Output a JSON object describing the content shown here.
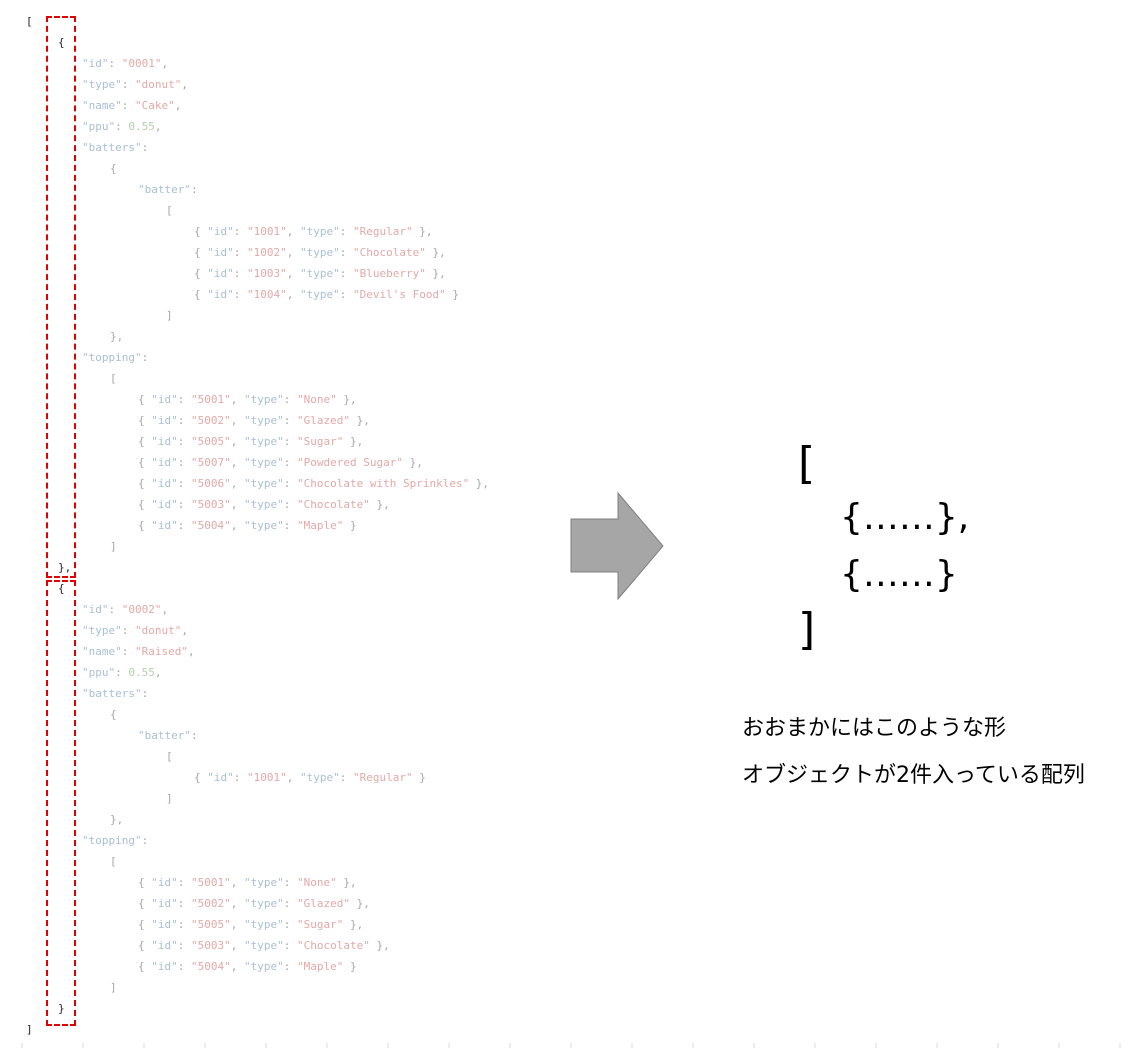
{
  "code_lines": [
    {
      "indent": 0,
      "parts": [
        {
          "t": "[",
          "c": "bk"
        }
      ]
    },
    {
      "indent": 1,
      "parts": [
        {
          "t": "{",
          "c": "bk"
        }
      ]
    },
    {
      "indent": 2,
      "parts": [
        {
          "t": "\"id\"",
          "c": "k"
        },
        {
          "t": ": ",
          "c": "p"
        },
        {
          "t": "\"0001\"",
          "c": "s"
        },
        {
          "t": ",",
          "c": "p"
        }
      ]
    },
    {
      "indent": 2,
      "parts": [
        {
          "t": "\"type\"",
          "c": "k"
        },
        {
          "t": ": ",
          "c": "p"
        },
        {
          "t": "\"donut\"",
          "c": "s"
        },
        {
          "t": ",",
          "c": "p"
        }
      ]
    },
    {
      "indent": 2,
      "parts": [
        {
          "t": "\"name\"",
          "c": "k"
        },
        {
          "t": ": ",
          "c": "p"
        },
        {
          "t": "\"Cake\"",
          "c": "s"
        },
        {
          "t": ",",
          "c": "p"
        }
      ]
    },
    {
      "indent": 2,
      "parts": [
        {
          "t": "\"ppu\"",
          "c": "k"
        },
        {
          "t": ": ",
          "c": "p"
        },
        {
          "t": "0.55",
          "c": "n"
        },
        {
          "t": ",",
          "c": "p"
        }
      ]
    },
    {
      "indent": 2,
      "parts": [
        {
          "t": "\"batters\"",
          "c": "k"
        },
        {
          "t": ":",
          "c": "p"
        }
      ]
    },
    {
      "indent": 3,
      "parts": [
        {
          "t": "{",
          "c": "p"
        }
      ]
    },
    {
      "indent": 4,
      "parts": [
        {
          "t": "\"batter\"",
          "c": "k"
        },
        {
          "t": ":",
          "c": "p"
        }
      ]
    },
    {
      "indent": 5,
      "parts": [
        {
          "t": "[",
          "c": "p"
        }
      ]
    },
    {
      "indent": 6,
      "parts": [
        {
          "t": "{ ",
          "c": "p"
        },
        {
          "t": "\"id\"",
          "c": "k"
        },
        {
          "t": ": ",
          "c": "p"
        },
        {
          "t": "\"1001\"",
          "c": "s"
        },
        {
          "t": ", ",
          "c": "p"
        },
        {
          "t": "\"type\"",
          "c": "k"
        },
        {
          "t": ": ",
          "c": "p"
        },
        {
          "t": "\"Regular\"",
          "c": "s"
        },
        {
          "t": " },",
          "c": "p"
        }
      ]
    },
    {
      "indent": 6,
      "parts": [
        {
          "t": "{ ",
          "c": "p"
        },
        {
          "t": "\"id\"",
          "c": "k"
        },
        {
          "t": ": ",
          "c": "p"
        },
        {
          "t": "\"1002\"",
          "c": "s"
        },
        {
          "t": ", ",
          "c": "p"
        },
        {
          "t": "\"type\"",
          "c": "k"
        },
        {
          "t": ": ",
          "c": "p"
        },
        {
          "t": "\"Chocolate\"",
          "c": "s"
        },
        {
          "t": " },",
          "c": "p"
        }
      ]
    },
    {
      "indent": 6,
      "parts": [
        {
          "t": "{ ",
          "c": "p"
        },
        {
          "t": "\"id\"",
          "c": "k"
        },
        {
          "t": ": ",
          "c": "p"
        },
        {
          "t": "\"1003\"",
          "c": "s"
        },
        {
          "t": ", ",
          "c": "p"
        },
        {
          "t": "\"type\"",
          "c": "k"
        },
        {
          "t": ": ",
          "c": "p"
        },
        {
          "t": "\"Blueberry\"",
          "c": "s"
        },
        {
          "t": " },",
          "c": "p"
        }
      ]
    },
    {
      "indent": 6,
      "parts": [
        {
          "t": "{ ",
          "c": "p"
        },
        {
          "t": "\"id\"",
          "c": "k"
        },
        {
          "t": ": ",
          "c": "p"
        },
        {
          "t": "\"1004\"",
          "c": "s"
        },
        {
          "t": ", ",
          "c": "p"
        },
        {
          "t": "\"type\"",
          "c": "k"
        },
        {
          "t": ": ",
          "c": "p"
        },
        {
          "t": "\"Devil's Food\"",
          "c": "s"
        },
        {
          "t": " }",
          "c": "p"
        }
      ]
    },
    {
      "indent": 5,
      "parts": [
        {
          "t": "]",
          "c": "p"
        }
      ]
    },
    {
      "indent": 3,
      "parts": [
        {
          "t": "},",
          "c": "p"
        }
      ]
    },
    {
      "indent": 2,
      "parts": [
        {
          "t": "\"topping\"",
          "c": "k"
        },
        {
          "t": ":",
          "c": "p"
        }
      ]
    },
    {
      "indent": 3,
      "parts": [
        {
          "t": "[",
          "c": "p"
        }
      ]
    },
    {
      "indent": 4,
      "parts": [
        {
          "t": "{ ",
          "c": "p"
        },
        {
          "t": "\"id\"",
          "c": "k"
        },
        {
          "t": ": ",
          "c": "p"
        },
        {
          "t": "\"5001\"",
          "c": "s"
        },
        {
          "t": ", ",
          "c": "p"
        },
        {
          "t": "\"type\"",
          "c": "k"
        },
        {
          "t": ": ",
          "c": "p"
        },
        {
          "t": "\"None\"",
          "c": "s"
        },
        {
          "t": " },",
          "c": "p"
        }
      ]
    },
    {
      "indent": 4,
      "parts": [
        {
          "t": "{ ",
          "c": "p"
        },
        {
          "t": "\"id\"",
          "c": "k"
        },
        {
          "t": ": ",
          "c": "p"
        },
        {
          "t": "\"5002\"",
          "c": "s"
        },
        {
          "t": ", ",
          "c": "p"
        },
        {
          "t": "\"type\"",
          "c": "k"
        },
        {
          "t": ": ",
          "c": "p"
        },
        {
          "t": "\"Glazed\"",
          "c": "s"
        },
        {
          "t": " },",
          "c": "p"
        }
      ]
    },
    {
      "indent": 4,
      "parts": [
        {
          "t": "{ ",
          "c": "p"
        },
        {
          "t": "\"id\"",
          "c": "k"
        },
        {
          "t": ": ",
          "c": "p"
        },
        {
          "t": "\"5005\"",
          "c": "s"
        },
        {
          "t": ", ",
          "c": "p"
        },
        {
          "t": "\"type\"",
          "c": "k"
        },
        {
          "t": ": ",
          "c": "p"
        },
        {
          "t": "\"Sugar\"",
          "c": "s"
        },
        {
          "t": " },",
          "c": "p"
        }
      ]
    },
    {
      "indent": 4,
      "parts": [
        {
          "t": "{ ",
          "c": "p"
        },
        {
          "t": "\"id\"",
          "c": "k"
        },
        {
          "t": ": ",
          "c": "p"
        },
        {
          "t": "\"5007\"",
          "c": "s"
        },
        {
          "t": ", ",
          "c": "p"
        },
        {
          "t": "\"type\"",
          "c": "k"
        },
        {
          "t": ": ",
          "c": "p"
        },
        {
          "t": "\"Powdered Sugar\"",
          "c": "s"
        },
        {
          "t": " },",
          "c": "p"
        }
      ]
    },
    {
      "indent": 4,
      "parts": [
        {
          "t": "{ ",
          "c": "p"
        },
        {
          "t": "\"id\"",
          "c": "k"
        },
        {
          "t": ": ",
          "c": "p"
        },
        {
          "t": "\"5006\"",
          "c": "s"
        },
        {
          "t": ", ",
          "c": "p"
        },
        {
          "t": "\"type\"",
          "c": "k"
        },
        {
          "t": ": ",
          "c": "p"
        },
        {
          "t": "\"Chocolate with Sprinkles\"",
          "c": "s"
        },
        {
          "t": " },",
          "c": "p"
        }
      ]
    },
    {
      "indent": 4,
      "parts": [
        {
          "t": "{ ",
          "c": "p"
        },
        {
          "t": "\"id\"",
          "c": "k"
        },
        {
          "t": ": ",
          "c": "p"
        },
        {
          "t": "\"5003\"",
          "c": "s"
        },
        {
          "t": ", ",
          "c": "p"
        },
        {
          "t": "\"type\"",
          "c": "k"
        },
        {
          "t": ": ",
          "c": "p"
        },
        {
          "t": "\"Chocolate\"",
          "c": "s"
        },
        {
          "t": " },",
          "c": "p"
        }
      ]
    },
    {
      "indent": 4,
      "parts": [
        {
          "t": "{ ",
          "c": "p"
        },
        {
          "t": "\"id\"",
          "c": "k"
        },
        {
          "t": ": ",
          "c": "p"
        },
        {
          "t": "\"5004\"",
          "c": "s"
        },
        {
          "t": ", ",
          "c": "p"
        },
        {
          "t": "\"type\"",
          "c": "k"
        },
        {
          "t": ": ",
          "c": "p"
        },
        {
          "t": "\"Maple\"",
          "c": "s"
        },
        {
          "t": " }",
          "c": "p"
        }
      ]
    },
    {
      "indent": 3,
      "parts": [
        {
          "t": "]",
          "c": "p"
        }
      ]
    },
    {
      "indent": 1,
      "parts": [
        {
          "t": "},",
          "c": "bk"
        }
      ]
    },
    {
      "indent": 1,
      "parts": [
        {
          "t": "{",
          "c": "bk"
        }
      ]
    },
    {
      "indent": 2,
      "parts": [
        {
          "t": "\"id\"",
          "c": "k"
        },
        {
          "t": ": ",
          "c": "p"
        },
        {
          "t": "\"0002\"",
          "c": "s"
        },
        {
          "t": ",",
          "c": "p"
        }
      ]
    },
    {
      "indent": 2,
      "parts": [
        {
          "t": "\"type\"",
          "c": "k"
        },
        {
          "t": ": ",
          "c": "p"
        },
        {
          "t": "\"donut\"",
          "c": "s"
        },
        {
          "t": ",",
          "c": "p"
        }
      ]
    },
    {
      "indent": 2,
      "parts": [
        {
          "t": "\"name\"",
          "c": "k"
        },
        {
          "t": ": ",
          "c": "p"
        },
        {
          "t": "\"Raised\"",
          "c": "s"
        },
        {
          "t": ",",
          "c": "p"
        }
      ]
    },
    {
      "indent": 2,
      "parts": [
        {
          "t": "\"ppu\"",
          "c": "k"
        },
        {
          "t": ": ",
          "c": "p"
        },
        {
          "t": "0.55",
          "c": "n"
        },
        {
          "t": ",",
          "c": "p"
        }
      ]
    },
    {
      "indent": 2,
      "parts": [
        {
          "t": "\"batters\"",
          "c": "k"
        },
        {
          "t": ":",
          "c": "p"
        }
      ]
    },
    {
      "indent": 3,
      "parts": [
        {
          "t": "{",
          "c": "p"
        }
      ]
    },
    {
      "indent": 4,
      "parts": [
        {
          "t": "\"batter\"",
          "c": "k"
        },
        {
          "t": ":",
          "c": "p"
        }
      ]
    },
    {
      "indent": 5,
      "parts": [
        {
          "t": "[",
          "c": "p"
        }
      ]
    },
    {
      "indent": 6,
      "parts": [
        {
          "t": "{ ",
          "c": "p"
        },
        {
          "t": "\"id\"",
          "c": "k"
        },
        {
          "t": ": ",
          "c": "p"
        },
        {
          "t": "\"1001\"",
          "c": "s"
        },
        {
          "t": ", ",
          "c": "p"
        },
        {
          "t": "\"type\"",
          "c": "k"
        },
        {
          "t": ": ",
          "c": "p"
        },
        {
          "t": "\"Regular\"",
          "c": "s"
        },
        {
          "t": " }",
          "c": "p"
        }
      ]
    },
    {
      "indent": 5,
      "parts": [
        {
          "t": "]",
          "c": "p"
        }
      ]
    },
    {
      "indent": 3,
      "parts": [
        {
          "t": "},",
          "c": "p"
        }
      ]
    },
    {
      "indent": 2,
      "parts": [
        {
          "t": "\"topping\"",
          "c": "k"
        },
        {
          "t": ":",
          "c": "p"
        }
      ]
    },
    {
      "indent": 3,
      "parts": [
        {
          "t": "[",
          "c": "p"
        }
      ]
    },
    {
      "indent": 4,
      "parts": [
        {
          "t": "{ ",
          "c": "p"
        },
        {
          "t": "\"id\"",
          "c": "k"
        },
        {
          "t": ": ",
          "c": "p"
        },
        {
          "t": "\"5001\"",
          "c": "s"
        },
        {
          "t": ", ",
          "c": "p"
        },
        {
          "t": "\"type\"",
          "c": "k"
        },
        {
          "t": ": ",
          "c": "p"
        },
        {
          "t": "\"None\"",
          "c": "s"
        },
        {
          "t": " },",
          "c": "p"
        }
      ]
    },
    {
      "indent": 4,
      "parts": [
        {
          "t": "{ ",
          "c": "p"
        },
        {
          "t": "\"id\"",
          "c": "k"
        },
        {
          "t": ": ",
          "c": "p"
        },
        {
          "t": "\"5002\"",
          "c": "s"
        },
        {
          "t": ", ",
          "c": "p"
        },
        {
          "t": "\"type\"",
          "c": "k"
        },
        {
          "t": ": ",
          "c": "p"
        },
        {
          "t": "\"Glazed\"",
          "c": "s"
        },
        {
          "t": " },",
          "c": "p"
        }
      ]
    },
    {
      "indent": 4,
      "parts": [
        {
          "t": "{ ",
          "c": "p"
        },
        {
          "t": "\"id\"",
          "c": "k"
        },
        {
          "t": ": ",
          "c": "p"
        },
        {
          "t": "\"5005\"",
          "c": "s"
        },
        {
          "t": ", ",
          "c": "p"
        },
        {
          "t": "\"type\"",
          "c": "k"
        },
        {
          "t": ": ",
          "c": "p"
        },
        {
          "t": "\"Sugar\"",
          "c": "s"
        },
        {
          "t": " },",
          "c": "p"
        }
      ]
    },
    {
      "indent": 4,
      "parts": [
        {
          "t": "{ ",
          "c": "p"
        },
        {
          "t": "\"id\"",
          "c": "k"
        },
        {
          "t": ": ",
          "c": "p"
        },
        {
          "t": "\"5003\"",
          "c": "s"
        },
        {
          "t": ", ",
          "c": "p"
        },
        {
          "t": "\"type\"",
          "c": "k"
        },
        {
          "t": ": ",
          "c": "p"
        },
        {
          "t": "\"Chocolate\"",
          "c": "s"
        },
        {
          "t": " },",
          "c": "p"
        }
      ]
    },
    {
      "indent": 4,
      "parts": [
        {
          "t": "{ ",
          "c": "p"
        },
        {
          "t": "\"id\"",
          "c": "k"
        },
        {
          "t": ": ",
          "c": "p"
        },
        {
          "t": "\"5004\"",
          "c": "s"
        },
        {
          "t": ", ",
          "c": "p"
        },
        {
          "t": "\"type\"",
          "c": "k"
        },
        {
          "t": ": ",
          "c": "p"
        },
        {
          "t": "\"Maple\"",
          "c": "s"
        },
        {
          "t": " }",
          "c": "p"
        }
      ]
    },
    {
      "indent": 3,
      "parts": [
        {
          "t": "]",
          "c": "p"
        }
      ]
    },
    {
      "indent": 1,
      "parts": [
        {
          "t": "}",
          "c": "bk"
        }
      ]
    },
    {
      "indent": 0,
      "parts": [
        {
          "t": "]",
          "c": "bk"
        }
      ]
    }
  ],
  "summary": {
    "open_bracket": "[",
    "item1": "{……},",
    "item2": "{……}",
    "close_bracket": "]"
  },
  "caption": {
    "line1": "おおまかにはこのような形",
    "line2": "オブジェクトが2件入っている配列"
  },
  "colors": {
    "highlight_box": "#e00000",
    "arrow_fill": "#a6a6a6",
    "arrow_stroke": "#7f7f7f"
  }
}
